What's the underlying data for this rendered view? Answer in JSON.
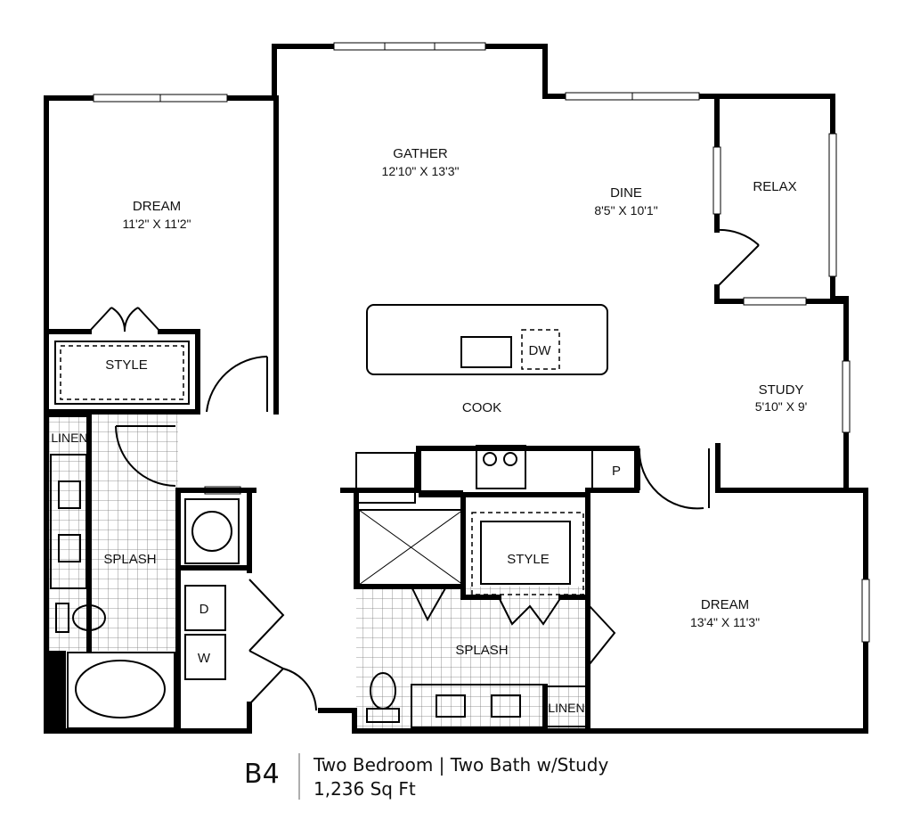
{
  "plan": {
    "rooms": {
      "dream1": {
        "name": "DREAM",
        "size": "11'2\" X 11'2\""
      },
      "gather": {
        "name": "GATHER",
        "size": "12'10\" X 13'3\""
      },
      "dine": {
        "name": "DINE",
        "size": "8'5\" X 10'1\""
      },
      "relax": {
        "name": "RELAX"
      },
      "style1": {
        "name": "STYLE"
      },
      "dw": {
        "name": "DW"
      },
      "cook": {
        "name": "COOK"
      },
      "study": {
        "name": "STUDY",
        "size": "5'10\" X 9'"
      },
      "linen1": {
        "name": "LINEN"
      },
      "pantry": {
        "name": "P"
      },
      "splash1": {
        "name": "SPLASH"
      },
      "style2": {
        "name": "STYLE"
      },
      "dryer": {
        "name": "D"
      },
      "washer": {
        "name": "W"
      },
      "splash2": {
        "name": "SPLASH"
      },
      "dream2": {
        "name": "DREAM",
        "size": "13'4\" X 11'3\""
      },
      "linen2": {
        "name": "LINEN"
      }
    }
  },
  "footer": {
    "unit": "B4",
    "description": "Two Bedroom | Two Bath w/Study",
    "area": "1,236 Sq Ft"
  }
}
